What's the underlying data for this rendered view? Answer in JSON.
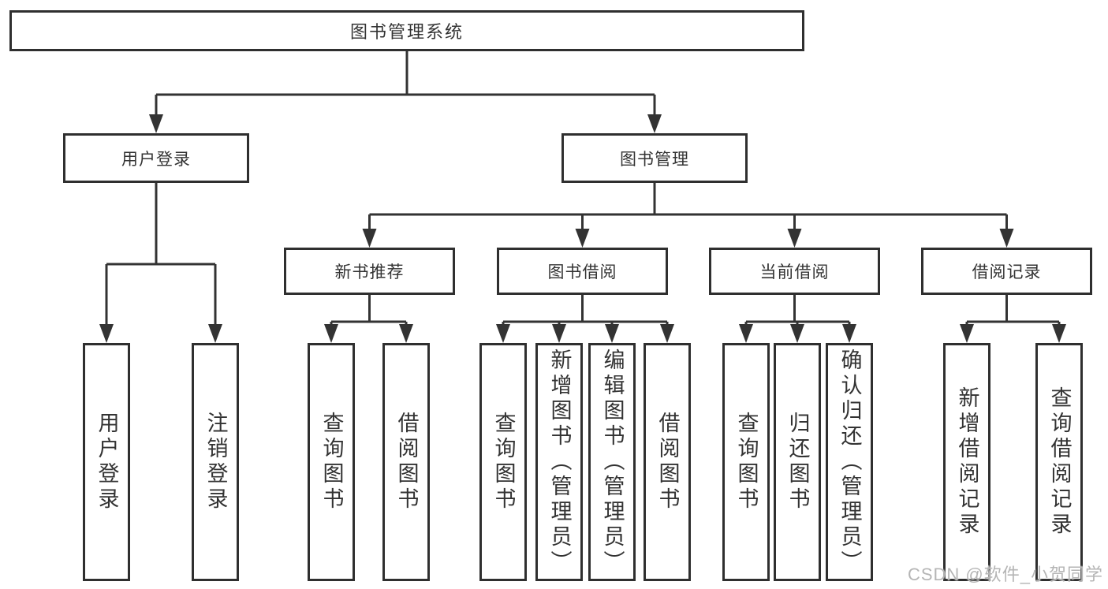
{
  "tree": {
    "root": {
      "label": "图书管理系统",
      "children": [
        {
          "label": "用户登录",
          "children": [
            {
              "label": "用户登录"
            },
            {
              "label": "注销登录"
            }
          ]
        },
        {
          "label": "图书管理",
          "children": [
            {
              "label": "新书推荐",
              "children": [
                {
                  "label": "查询图书"
                },
                {
                  "label": "借阅图书"
                }
              ]
            },
            {
              "label": "图书借阅",
              "children": [
                {
                  "label": "查询图书"
                },
                {
                  "label": "新增图书（管理员）"
                },
                {
                  "label": "编辑图书（管理员）"
                },
                {
                  "label": "借阅图书"
                }
              ]
            },
            {
              "label": "当前借阅",
              "children": [
                {
                  "label": "查询图书"
                },
                {
                  "label": "归还图书"
                },
                {
                  "label": "确认归还（管理员）"
                }
              ]
            },
            {
              "label": "借阅记录",
              "children": [
                {
                  "label": "新增借阅记录"
                },
                {
                  "label": "查询借阅记录"
                }
              ]
            }
          ]
        }
      ]
    }
  },
  "watermark": {
    "text": "CSDN @软件_小贺同学"
  },
  "colors": {
    "line": "#333333",
    "box_border": "#2f2f2f",
    "text": "#333333",
    "watermark": "#b5b5b5",
    "background": "#ffffff"
  }
}
